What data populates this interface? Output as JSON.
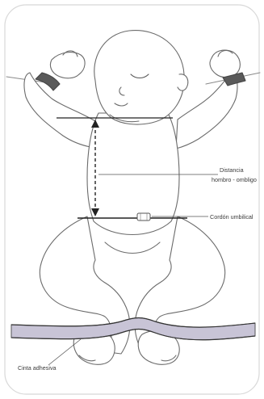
{
  "labels": {
    "distance_line1": "Distancia",
    "distance_line2": "hombro - ombligo",
    "umbilical_cord": "Cordón umbilical",
    "adhesive_tape": "Cinta adhesiva"
  }
}
